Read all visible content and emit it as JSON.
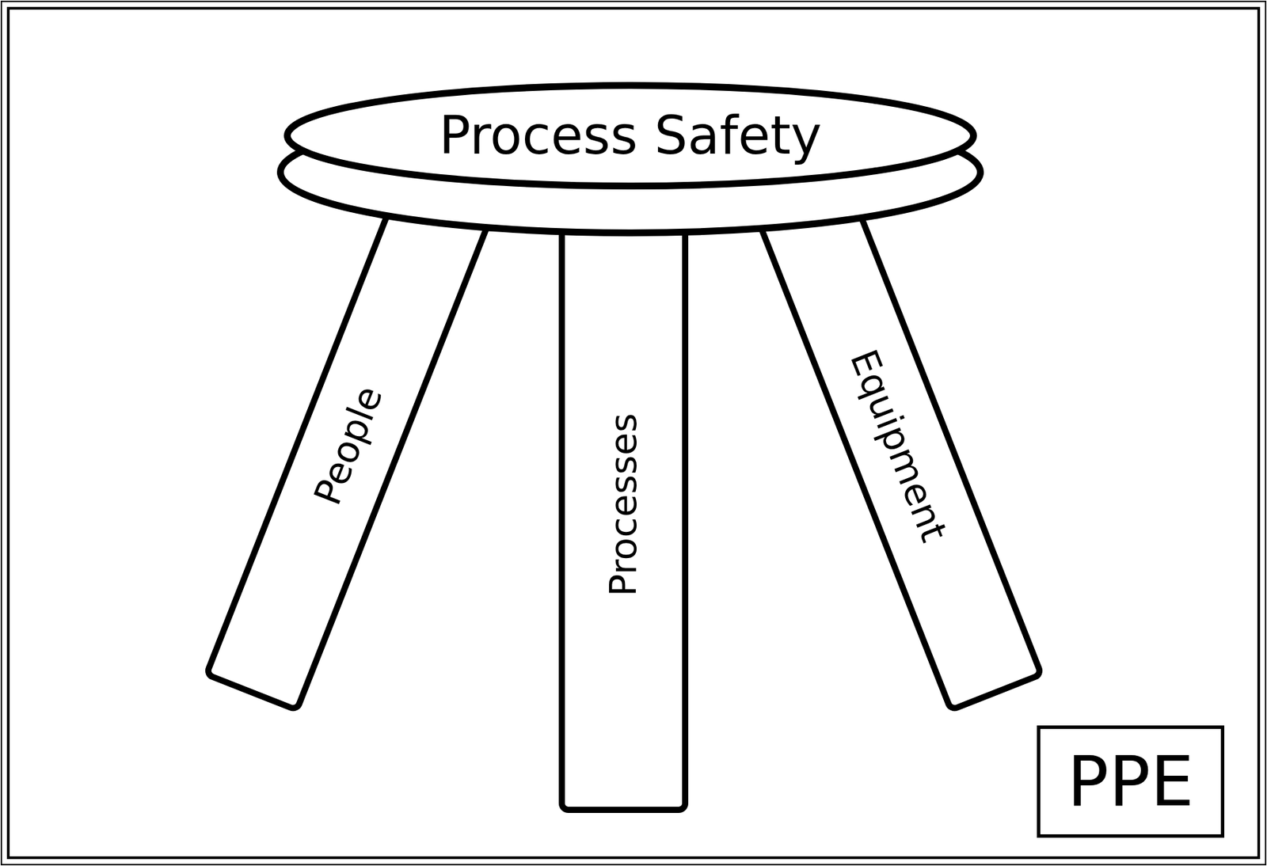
{
  "diagram": {
    "nodes": [
      {
        "text": [
          "Process Safety"
        ]
      },
      {
        "text": [
          "People"
        ]
      },
      {
        "text": [
          "Processes"
        ]
      },
      {
        "text": [
          "Equipment"
        ]
      },
      {
        "text": [
          "PPE"
        ]
      }
    ]
  }
}
